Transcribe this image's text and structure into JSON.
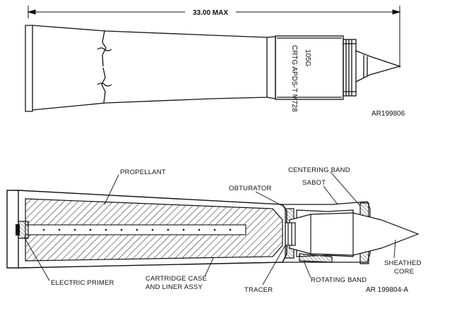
{
  "top_view": {
    "dimension": "33.00 MAX",
    "band_text_line1": "105G",
    "band_text_line2": "CRTG APDS-T M728",
    "reference": "AR199806"
  },
  "section_view": {
    "labels": {
      "propellant": "PROPELLANT",
      "obturator": "OBTURATOR",
      "centering_band": "CENTERING BAND",
      "sabot": "SABOT",
      "sheathed_core_line1": "SHEATHED",
      "sheathed_core_line2": "CORE",
      "electric_primer": "ELECTRIC PRIMER",
      "cartridge_case_line1": "CARTRIDGE CASE",
      "cartridge_case_line2": "AND LINER ASSY",
      "tracer": "TRACER",
      "rotating_band": "ROTATING BAND"
    },
    "reference": "AR 199804-A"
  }
}
